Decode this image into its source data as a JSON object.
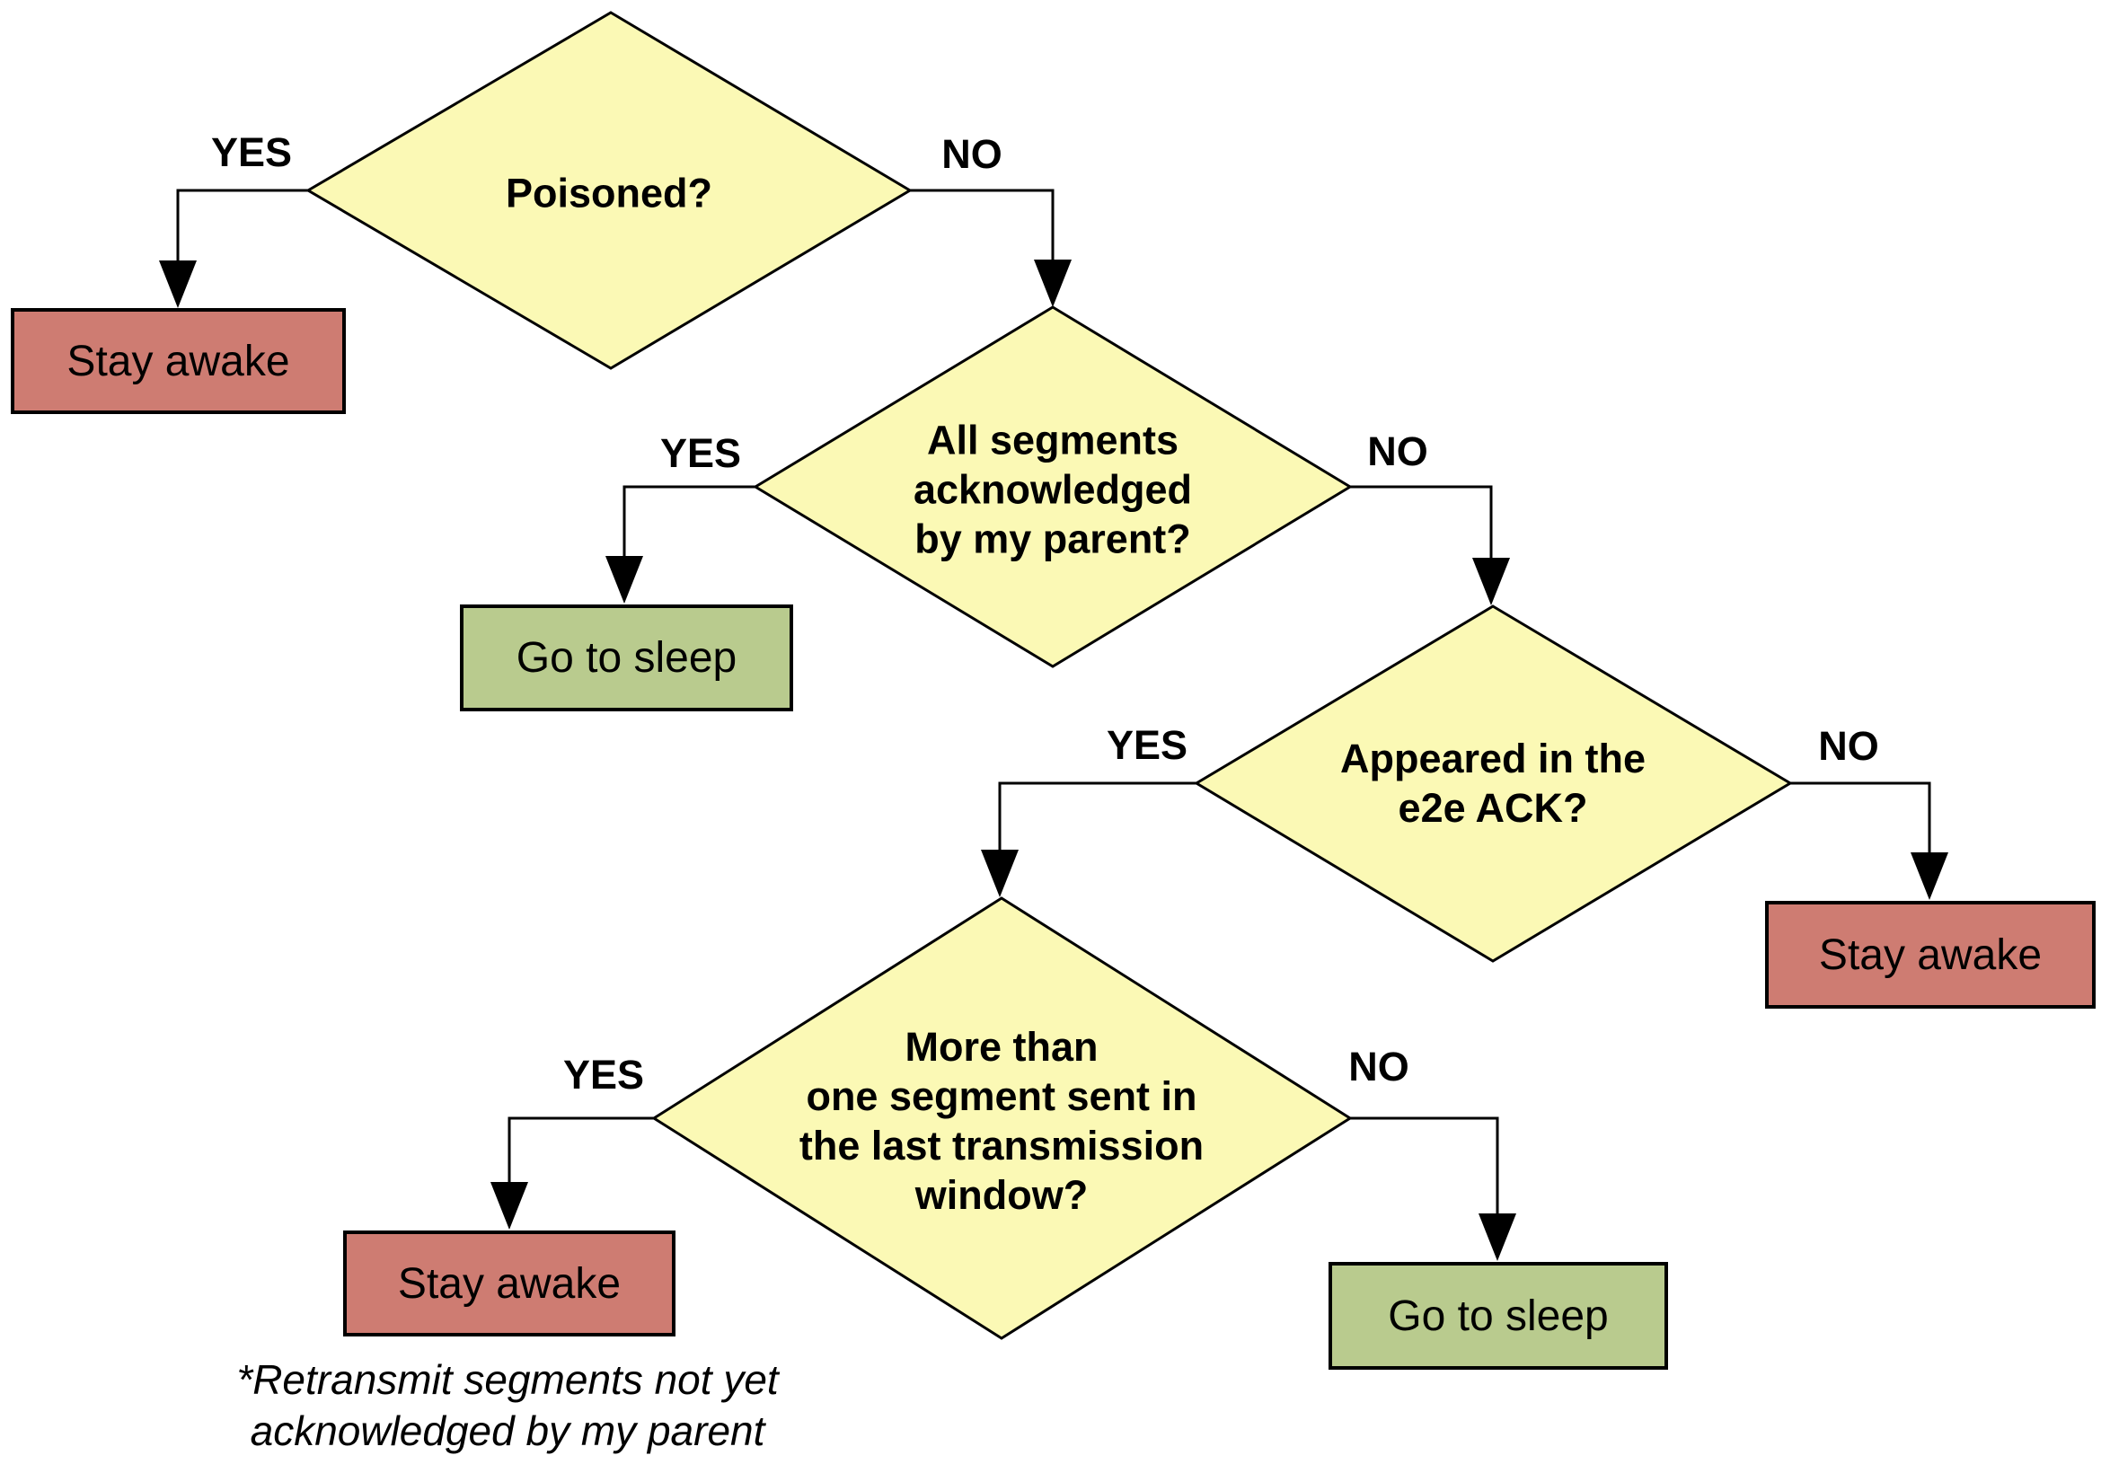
{
  "diagram": {
    "background": "#ffffff",
    "colors": {
      "decision_fill": "#fbf9b5",
      "decision_border": "#000000",
      "stay_awake_fill": "#ce7c72",
      "go_to_sleep_fill": "#b9cb8e",
      "connector": "#000000",
      "text": "#000000"
    },
    "decisions": [
      {
        "label": "Poisoned?"
      },
      {
        "label": "All segments\nacknowledged\nby my parent?"
      },
      {
        "label": "Appeared in the\ne2e ACK?"
      },
      {
        "label": "More than\none segment sent in\nthe last transmission\nwindow?"
      }
    ],
    "terminals": [
      {
        "label": "Stay awake"
      },
      {
        "label": "Go to sleep"
      },
      {
        "label": "Stay awake"
      },
      {
        "label": "Stay awake"
      },
      {
        "label": "Go to sleep"
      }
    ],
    "edge_labels": [
      {
        "label": "YES"
      },
      {
        "label": "NO"
      },
      {
        "label": "YES"
      },
      {
        "label": "NO"
      },
      {
        "label": "YES"
      },
      {
        "label": "NO"
      },
      {
        "label": "YES"
      },
      {
        "label": "NO"
      }
    ],
    "footnote": "*Retransmit segments not yet\nacknowledged by my parent"
  }
}
